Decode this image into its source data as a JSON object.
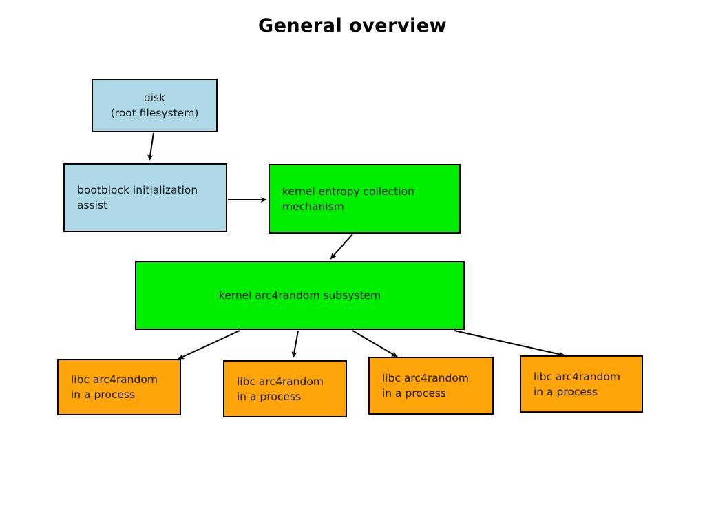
{
  "diagram": {
    "title": "General overview",
    "background_color": "#ffffff",
    "stroke_color": "#000000",
    "palette": {
      "blue": "#add8e6",
      "green": "#00ee00",
      "orange": "#ffa50a"
    },
    "nodes": [
      {
        "id": "disk",
        "label": "disk\n(root filesystem)",
        "color": "blue",
        "align": "center"
      },
      {
        "id": "bootblock",
        "label": "bootblock initialization\nassist",
        "color": "blue",
        "align": "left"
      },
      {
        "id": "entropy",
        "label": "kernel entropy collection\nmechanism",
        "color": "green",
        "align": "left"
      },
      {
        "id": "subsystem",
        "label": "kernel arc4random subsystem",
        "color": "green",
        "align": "center"
      },
      {
        "id": "libc1",
        "label": "libc arc4random\nin a process",
        "color": "orange",
        "align": "left"
      },
      {
        "id": "libc2",
        "label": "libc arc4random\nin a process",
        "color": "orange",
        "align": "left"
      },
      {
        "id": "libc3",
        "label": "libc arc4random\nin a process",
        "color": "orange",
        "align": "left"
      },
      {
        "id": "libc4",
        "label": "libc arc4random\nin a process",
        "color": "orange",
        "align": "left"
      }
    ],
    "edges": [
      {
        "id": "disk-to-bootblock",
        "from": "disk",
        "to": "bootblock"
      },
      {
        "id": "bootblock-to-entropy",
        "from": "bootblock",
        "to": "entropy"
      },
      {
        "id": "entropy-to-subsystem",
        "from": "entropy",
        "to": "subsystem"
      },
      {
        "id": "subsystem-to-libc1",
        "from": "subsystem",
        "to": "libc1"
      },
      {
        "id": "subsystem-to-libc2",
        "from": "subsystem",
        "to": "libc2"
      },
      {
        "id": "subsystem-to-libc3",
        "from": "subsystem",
        "to": "libc3"
      },
      {
        "id": "subsystem-to-libc4",
        "from": "subsystem",
        "to": "libc4"
      }
    ]
  }
}
